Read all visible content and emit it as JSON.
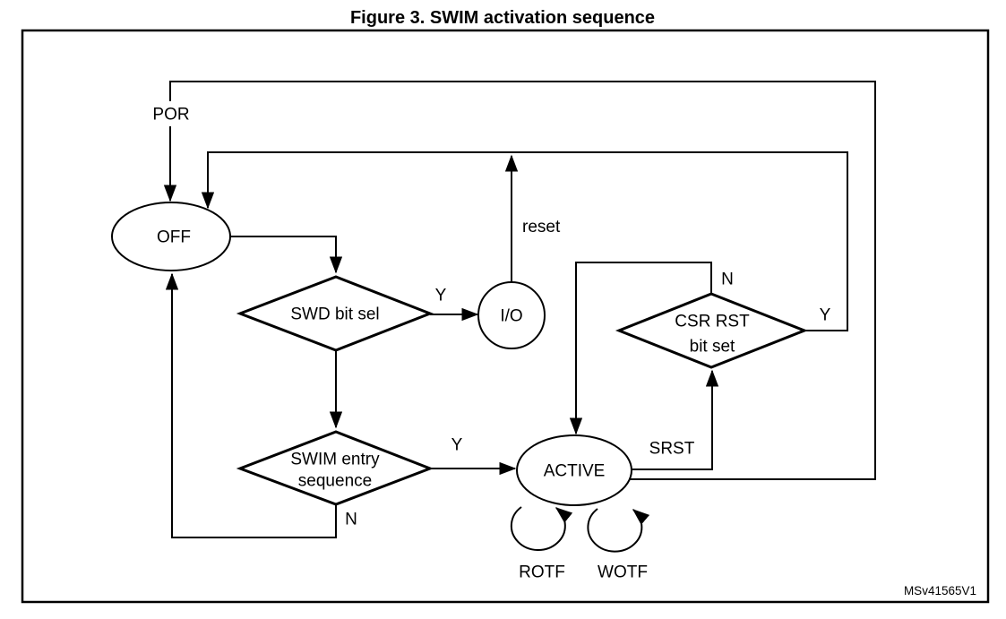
{
  "figure": {
    "title": "Figure 3. SWIM activation sequence",
    "watermark": "MSv41565V1"
  },
  "colors": {
    "line": "#000000",
    "background": "#ffffff",
    "text": "#000000"
  },
  "nodes": {
    "off": {
      "label": "OFF",
      "type": "state-ellipse"
    },
    "swd_bit_sel": {
      "label": "SWD bit sel",
      "type": "decision-diamond"
    },
    "io": {
      "label": "I/O",
      "type": "state-circle"
    },
    "swim_entry": {
      "label_line1": "SWIM entry",
      "label_line2": "sequence",
      "type": "decision-diamond"
    },
    "active": {
      "label": "ACTIVE",
      "type": "state-ellipse"
    },
    "csr_rst": {
      "label_line1": "CSR RST",
      "label_line2": "bit set",
      "type": "decision-diamond"
    }
  },
  "edge_labels": {
    "por": "POR",
    "reset": "reset",
    "srst": "SRST",
    "rotf": "ROTF",
    "wotf": "WOTF",
    "swd_yes": "Y",
    "swim_yes": "Y",
    "swim_no": "N",
    "csr_no": "N",
    "csr_yes": "Y"
  }
}
